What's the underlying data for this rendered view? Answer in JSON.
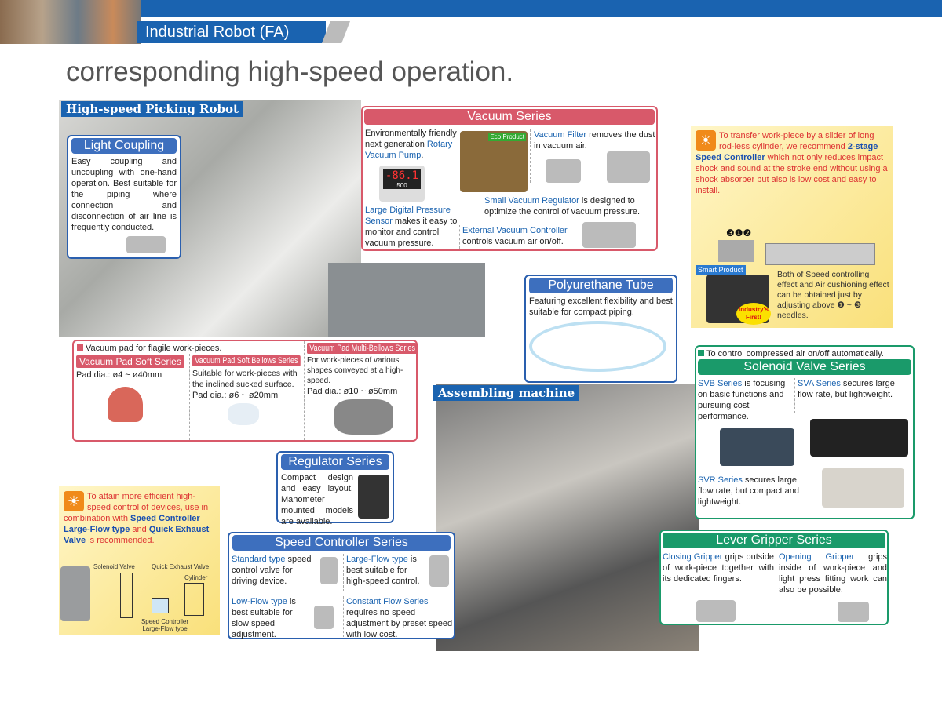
{
  "header": {
    "section_title": "Industrial Robot (FA)",
    "headline": "corresponding high-speed operation."
  },
  "picking_robot": {
    "label": "High-speed Picking Robot"
  },
  "assembling": {
    "label": "Assembling machine"
  },
  "light_coupling": {
    "title": "Light Coupling",
    "text": "Easy coupling and uncoupling with one-hand operation. Best suitable for the piping where connection and disconnection of air line is frequently conducted."
  },
  "vacuum": {
    "title": "Vacuum Series",
    "pump": {
      "pre": "Environmentally friendly next generation ",
      "link": "Rotary Vacuum Pump",
      "post": "."
    },
    "eco_badge": "Eco Product",
    "sensor_display": "-86.1",
    "sensor_sub": "500",
    "sensor": {
      "link": "Large Digital Pressure Sensor",
      "post": " makes it easy to monitor and control vacuum pressure."
    },
    "filter": {
      "link": "Vacuum Filter",
      "post": " removes the dust in vacuum air."
    },
    "regulator": {
      "link": "Small Vacuum Regulator",
      "post": " is designed to optimize the control of vacuum pressure."
    },
    "controller": {
      "link": "External Vacuum Controller",
      "post": "controls vacuum air on/off."
    }
  },
  "pads": {
    "intro": "Vacuum pad for flagile work-pieces.",
    "soft": {
      "title": "Vacuum Pad Soft Series",
      "text": "Pad dia.: ø4 ~ ø40mm"
    },
    "bellows": {
      "title": "Vacuum Pad Soft Bellows Series",
      "text": "Suitable for work-pieces with the inclined sucked surface.",
      "dia": "Pad dia.: ø6 ~ ø20mm"
    },
    "multi": {
      "title": "Vacuum Pad Multi-Bellows Series",
      "text": "For work-pieces of various shapes conveyed at a high-speed.",
      "dia": "Pad dia.: ø10 ~ ø50mm"
    }
  },
  "tube": {
    "title": "Polyurethane Tube",
    "text": "Featuring excellent flexibility and best suitable for compact piping."
  },
  "regulator": {
    "title": "Regulator Series",
    "text": "Compact design and easy layout. Manometer mounted models are available."
  },
  "speed": {
    "title": "Speed Controller Series",
    "standard": {
      "link": "Standard type",
      "post": " speed control valve for driving device."
    },
    "large": {
      "link": "Large-Flow type",
      "post": " is best suitable for high-speed control."
    },
    "low": {
      "link": "Low-Flow type",
      "post": " is best suitable for slow speed adjustment."
    },
    "constant": {
      "link": "Constant Flow Series",
      "post": " requires no speed adjustment by preset speed with low cost."
    }
  },
  "tip_right": {
    "pre": "To transfer work-piece by a slider of long rod-less cylinder, we recommend ",
    "bold": "2-stage Speed Controller",
    "post": " which not only reduces impact shock and sound at the stroke end without using a shock absorber but also is low cost and easy to install.",
    "note": "Both of Speed controlling effect and Air cushioning effect can be obtained just by adjusting above ❶ ~ ❸ needles.",
    "badge_smart": "Smart Product",
    "badge_first": "Industry's First!",
    "nums": [
      "❸",
      "❶",
      "❷"
    ]
  },
  "tip_left": {
    "pre": "To attain more efficient high-speed control of devices, use in combination with ",
    "bold1": "Speed Controller Large-Flow type",
    "mid": " and ",
    "bold2": "Quick Exhaust Valve",
    "post": " is recommended.",
    "diagram": {
      "solenoid": "Solenoid Valve",
      "qev": "Quick Exhaust Valve",
      "cylinder": "Cylinder",
      "sc": "Speed Controller Large-Flow type"
    }
  },
  "solenoid": {
    "intro": "To control compressed air on/off automatically.",
    "title": "Solenoid Valve Series",
    "svb": {
      "link": "SVB Series",
      "post": " is focusing on basic functions and pursuing cost performance."
    },
    "sva": {
      "link": "SVA Series",
      "post": " secures large flow rate, but lightweight."
    },
    "svr": {
      "link": "SVR Series",
      "post": " secures large flow rate, but compact and lightweight."
    }
  },
  "gripper": {
    "title": "Lever Gripper Series",
    "closing": {
      "link": "Closing Gripper",
      "post": " grips outside of work-piece together with its dedicated fingers."
    },
    "opening": {
      "link": "Opening Gripper",
      "post": " grips inside of work-piece and light press fitting work can also be possible."
    }
  }
}
